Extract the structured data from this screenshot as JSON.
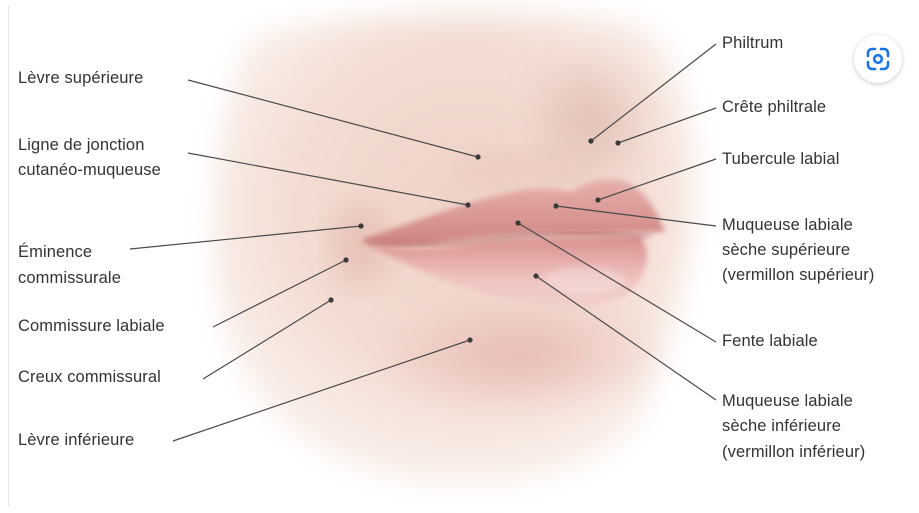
{
  "labels": {
    "levre_superieure": "Lèvre supérieure",
    "ligne_jonction_1": "Ligne de jonction",
    "ligne_jonction_2": "cutanéo-muqueuse",
    "eminence_1": "Éminence",
    "eminence_2": "commissurale",
    "commissure_labiale": "Commissure labiale",
    "creux_commissural": "Creux commissural",
    "levre_inferieure": "Lèvre inférieure",
    "philtrum": "Philtrum",
    "crete_philtrale": "Crête philtrale",
    "tubercule_labial": "Tubercule labial",
    "muq_sup_1": "Muqueuse labiale",
    "muq_sup_2": "sèche supérieure",
    "muq_sup_3": "(vermillon supérieur)",
    "fente_labiale": "Fente labiale",
    "muq_inf_1": "Muqueuse labiale",
    "muq_inf_2": "sèche inférieure",
    "muq_inf_3": "(vermillon inférieur)"
  },
  "icons": {
    "lens": "google-lens-icon"
  },
  "colors": {
    "accent": "#1a73e8",
    "text": "#333333",
    "skin": "#f1d7cc",
    "lip": "#d98f8f"
  }
}
